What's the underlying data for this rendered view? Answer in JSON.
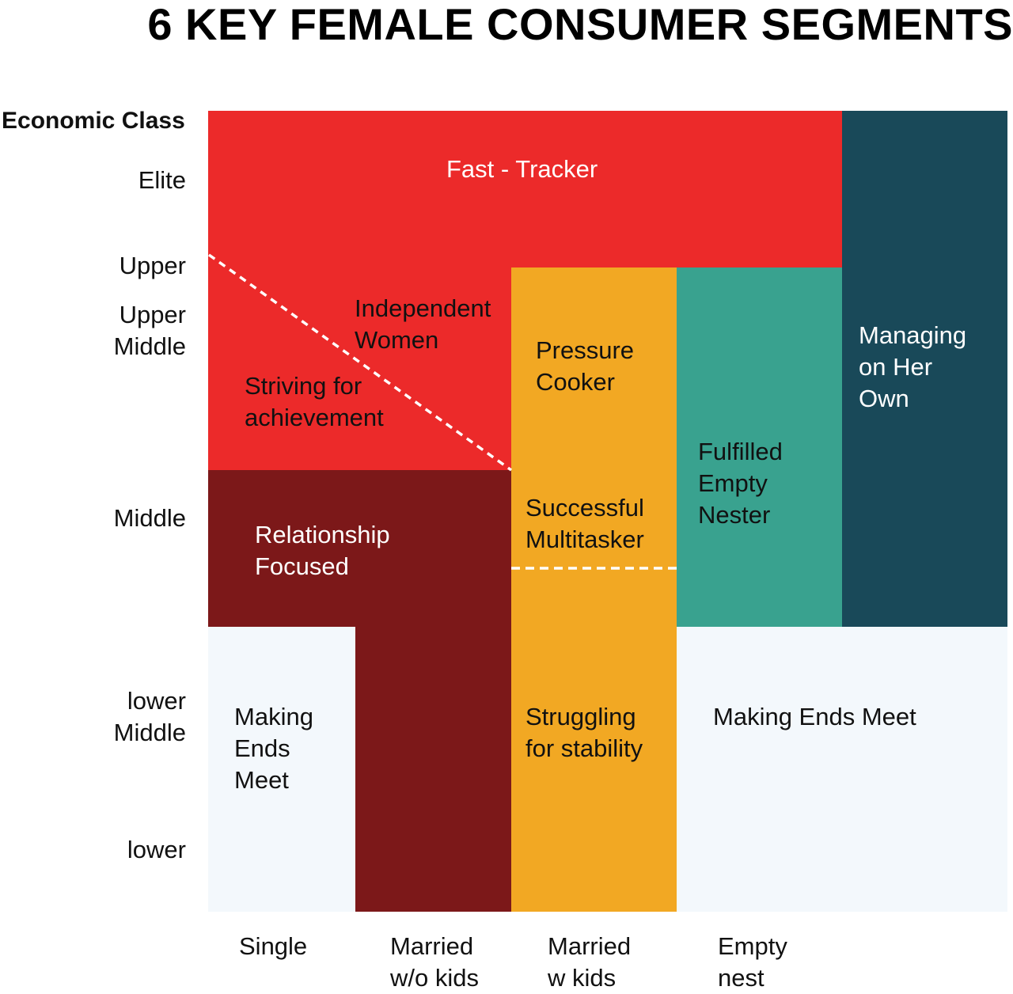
{
  "title": "6 KEY FEMALE CONSUMER SEGMENTS",
  "y_axis": {
    "heading": "Economic Class",
    "levels": [
      "Elite",
      "Upper",
      "Upper\nMiddle",
      "Middle",
      "lower\nMiddle",
      "lower"
    ]
  },
  "x_axis": {
    "categories": [
      "Single",
      "Married\nw/o kids",
      "Married\nw kids",
      "Empty\nnest"
    ]
  },
  "segments": {
    "fast_tracker": "Fast - Tracker",
    "independent_women": "Independent\nWomen",
    "striving": "Striving for\nachievement",
    "relationship_focused": "Relationship\nFocused",
    "pressure_cooker": "Pressure\nCooker",
    "successful_multitasker": "Successful\nMultitasker",
    "struggling": "Struggling\nfor stability",
    "fulfilled_empty_nester": "Fulfilled\nEmpty\nNester",
    "managing_on_her_own": "Managing\non Her\nOwn",
    "making_ends_meet_left": "Making\nEnds\nMeet",
    "making_ends_meet_right": "Making Ends Meet"
  },
  "colors": {
    "bright_red": "#ec2a2a",
    "dark_red": "#7c1819",
    "orange": "#f2a823",
    "teal": "#39a28f",
    "navy": "#194959",
    "pale_blue": "#f3f8fc"
  }
}
